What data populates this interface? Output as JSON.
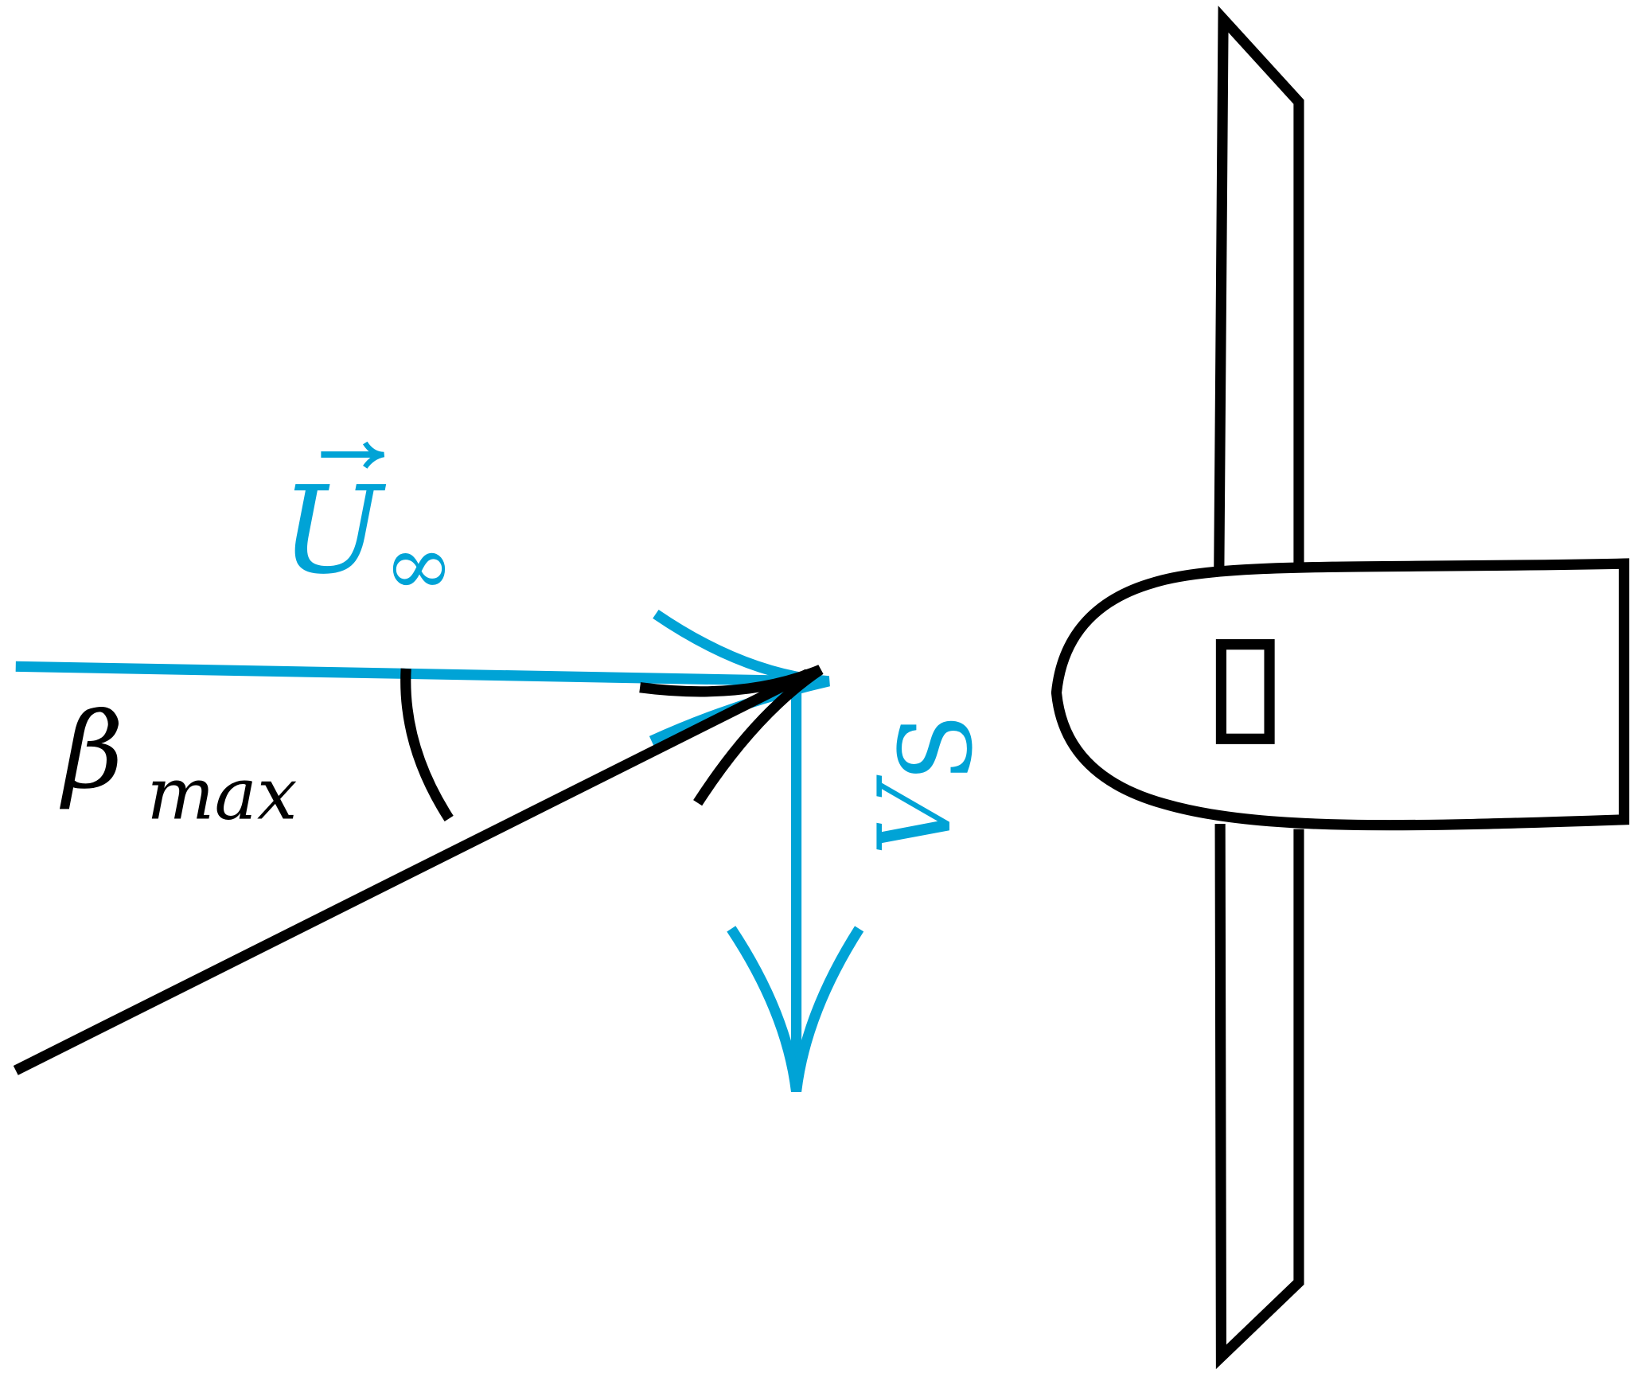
{
  "colors": {
    "flow": "#00a3d6",
    "ink": "#000000"
  },
  "labels": {
    "freestream_symbol": "U",
    "freestream_subscript": "∞",
    "angle_symbol": "β",
    "angle_subscript": "max",
    "sideslip_velocity_symbol": "V",
    "sideslip_velocity_subscript": "S"
  }
}
